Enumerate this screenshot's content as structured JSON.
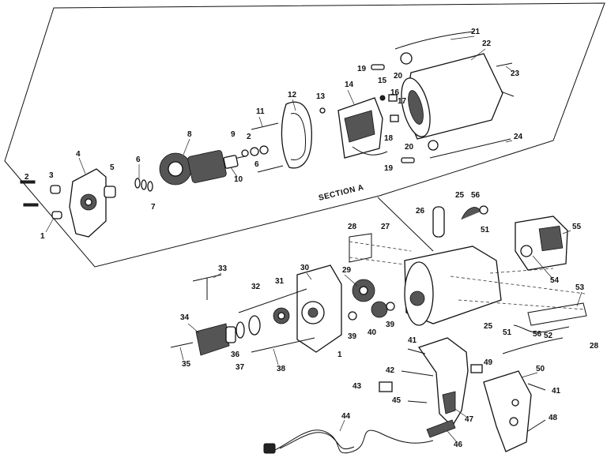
{
  "diagram": {
    "section_label": "SECTION A",
    "callouts": [
      {
        "id": "c1a",
        "text": "1"
      },
      {
        "id": "c1b",
        "text": "1"
      },
      {
        "id": "c2a",
        "text": "2"
      },
      {
        "id": "c2b",
        "text": "2"
      },
      {
        "id": "c3",
        "text": "3"
      },
      {
        "id": "c4",
        "text": "4"
      },
      {
        "id": "c5",
        "text": "5"
      },
      {
        "id": "c6a",
        "text": "6"
      },
      {
        "id": "c6b",
        "text": "6"
      },
      {
        "id": "c7",
        "text": "7"
      },
      {
        "id": "c8",
        "text": "8"
      },
      {
        "id": "c9",
        "text": "9"
      },
      {
        "id": "c10",
        "text": "10"
      },
      {
        "id": "c11",
        "text": "11"
      },
      {
        "id": "c12",
        "text": "12"
      },
      {
        "id": "c13",
        "text": "13"
      },
      {
        "id": "c14",
        "text": "14"
      },
      {
        "id": "c15",
        "text": "15"
      },
      {
        "id": "c16",
        "text": "16"
      },
      {
        "id": "c17",
        "text": "17"
      },
      {
        "id": "c18",
        "text": "18"
      },
      {
        "id": "c19a",
        "text": "19"
      },
      {
        "id": "c19b",
        "text": "19"
      },
      {
        "id": "c20a",
        "text": "20"
      },
      {
        "id": "c20b",
        "text": "20"
      },
      {
        "id": "c21",
        "text": "21"
      },
      {
        "id": "c22",
        "text": "22"
      },
      {
        "id": "c23",
        "text": "23"
      },
      {
        "id": "c24",
        "text": "24"
      },
      {
        "id": "c25a",
        "text": "25"
      },
      {
        "id": "c25b",
        "text": "25"
      },
      {
        "id": "c26",
        "text": "26"
      },
      {
        "id": "c27",
        "text": "27"
      },
      {
        "id": "c28a",
        "text": "28"
      },
      {
        "id": "c28b",
        "text": "28"
      },
      {
        "id": "c29",
        "text": "29"
      },
      {
        "id": "c30",
        "text": "30"
      },
      {
        "id": "c31",
        "text": "31"
      },
      {
        "id": "c32",
        "text": "32"
      },
      {
        "id": "c33",
        "text": "33"
      },
      {
        "id": "c34",
        "text": "34"
      },
      {
        "id": "c35",
        "text": "35"
      },
      {
        "id": "c36",
        "text": "36"
      },
      {
        "id": "c37",
        "text": "37"
      },
      {
        "id": "c38",
        "text": "38"
      },
      {
        "id": "c39a",
        "text": "39"
      },
      {
        "id": "c39b",
        "text": "39"
      },
      {
        "id": "c40",
        "text": "40"
      },
      {
        "id": "c41a",
        "text": "41"
      },
      {
        "id": "c41b",
        "text": "41"
      },
      {
        "id": "c42",
        "text": "42"
      },
      {
        "id": "c43",
        "text": "43"
      },
      {
        "id": "c44",
        "text": "44"
      },
      {
        "id": "c45",
        "text": "45"
      },
      {
        "id": "c46",
        "text": "46"
      },
      {
        "id": "c47",
        "text": "47"
      },
      {
        "id": "c48",
        "text": "48"
      },
      {
        "id": "c49",
        "text": "49"
      },
      {
        "id": "c50",
        "text": "50"
      },
      {
        "id": "c51a",
        "text": "51"
      },
      {
        "id": "c51b",
        "text": "51"
      },
      {
        "id": "c52",
        "text": "52"
      },
      {
        "id": "c53",
        "text": "53"
      },
      {
        "id": "c54",
        "text": "54"
      },
      {
        "id": "c55",
        "text": "55"
      },
      {
        "id": "c56a",
        "text": "56"
      },
      {
        "id": "c56b",
        "text": "56"
      }
    ]
  }
}
